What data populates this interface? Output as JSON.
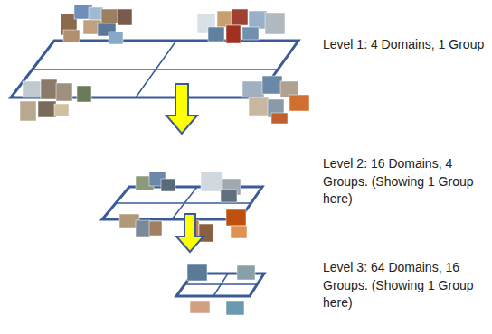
{
  "diagram": {
    "labels": [
      "Level 1: 4 Domains, 1 Group",
      "Level 2: 16 Domains, 4 Groups. (Showing 1 Group here)",
      "Level 3: 64 Domains, 16 Groups. (Showing 1 Group here)"
    ]
  }
}
